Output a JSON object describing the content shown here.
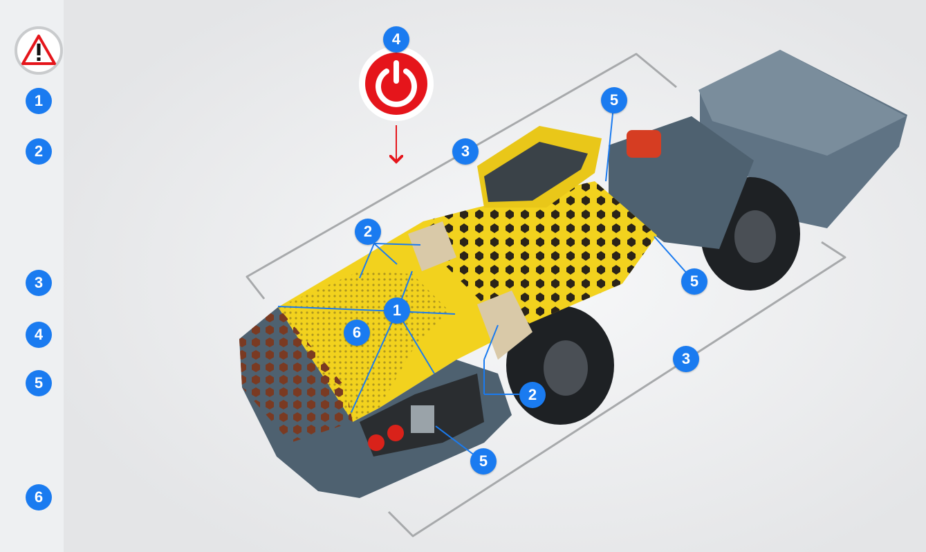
{
  "sidebar": {
    "warning_icon": "warning-triangle-icon",
    "items": [
      {
        "num": "1"
      },
      {
        "num": "2"
      },
      {
        "num": "3"
      },
      {
        "num": "4"
      },
      {
        "num": "5"
      },
      {
        "num": "6"
      }
    ]
  },
  "power_button": {
    "icon": "power-icon",
    "marker": "4",
    "color": "#e5151b"
  },
  "callouts": {
    "c3_top": "3",
    "c5_top": "5",
    "c2_upper": "2",
    "c1": "1",
    "c6": "6",
    "c5_right": "5",
    "c3_right": "3",
    "c2_lower": "2",
    "c5_bottom": "5"
  },
  "colors": {
    "accent": "#1a7bf0",
    "machine_yellow": "#f2d21e",
    "machine_steel": "#4e6170",
    "power_red": "#e5151b"
  }
}
